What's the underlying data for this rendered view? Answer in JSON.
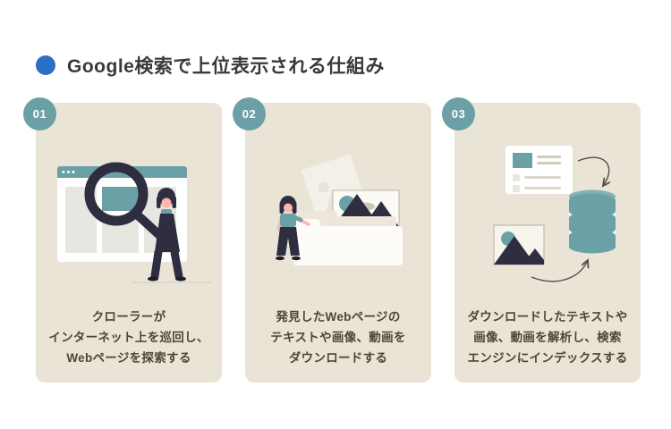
{
  "title": {
    "text": "Google検索で上位表示される仕組み"
  },
  "steps": [
    {
      "number": "01",
      "illustration": "crawler-with-magnifier-over-browser",
      "description_lines": [
        "クローラーが",
        "インターネット上を巡回し、",
        "Webページを探索する"
      ]
    },
    {
      "number": "02",
      "illustration": "person-collecting-webpage-images-into-folder",
      "description_lines": [
        "発見したWebページの",
        "テキストや画像、動画を",
        "ダウンロードする"
      ]
    },
    {
      "number": "03",
      "illustration": "text-and-image-indexed-into-database",
      "description_lines": [
        "ダウンロードしたテキストや",
        "画像、動画を解析し、検索",
        "エンジンにインデックスする"
      ]
    }
  ],
  "colors": {
    "page_background": "#ffffff",
    "accent_blue": "#2b6fc4",
    "card_background": "#e9e4d6",
    "badge_teal": "#6ba0a6",
    "illustration_teal": "#6ba0a6",
    "illustration_navy": "#2f2e41",
    "title_text": "#3a3a3a",
    "description_text": "#4b4638"
  }
}
